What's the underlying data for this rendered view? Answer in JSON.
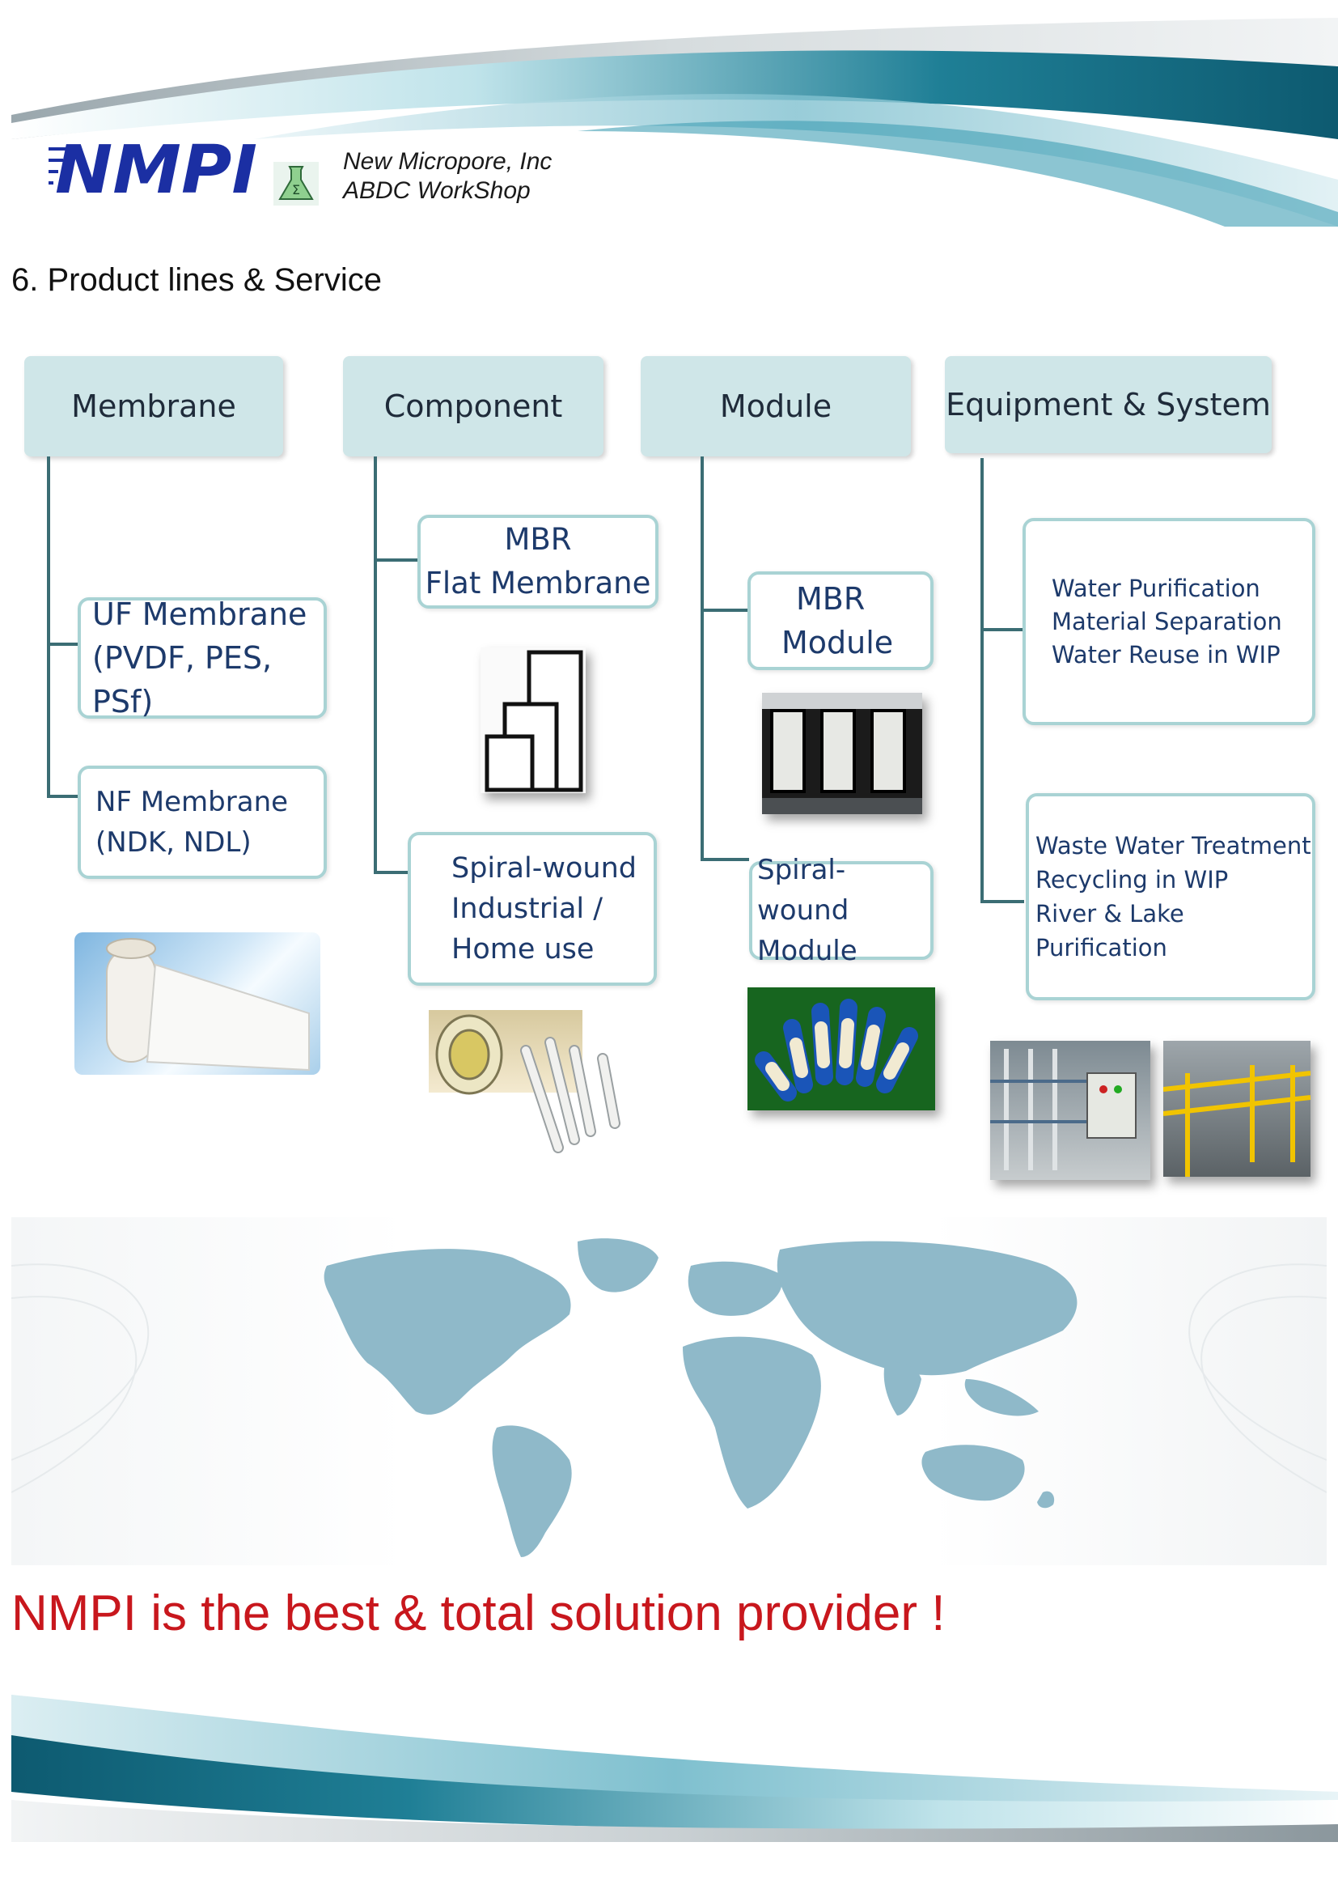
{
  "header": {
    "logo_text": "NMPI",
    "company_name": "New Micropore, Inc",
    "workshop": "ABDC WorkShop"
  },
  "section_title": "6. Product lines & Service",
  "categories": [
    {
      "label": "Membrane",
      "items": [
        {
          "lines": [
            "UF Membrane",
            "(PVDF, PES, PSf)"
          ]
        },
        {
          "lines": [
            "NF Membrane",
            "(NDK, NDL)"
          ]
        }
      ]
    },
    {
      "label": "Component",
      "items": [
        {
          "lines": [
            "MBR",
            "Flat Membrane"
          ]
        },
        {
          "lines": [
            "Spiral-wound",
            "Industrial /",
            "Home use"
          ]
        }
      ]
    },
    {
      "label": "Module",
      "items": [
        {
          "lines": [
            "MBR",
            "Module"
          ]
        },
        {
          "lines": [
            "Spiral-wound",
            "Module"
          ]
        }
      ]
    },
    {
      "label": "Equipment & System",
      "items": [
        {
          "lines": [
            "Water Purification",
            "Material Separation",
            "Water Reuse in WIP"
          ]
        },
        {
          "lines": [
            "Waste Water Treatment",
            "Recycling in WIP",
            "River & Lake Purification"
          ]
        }
      ]
    }
  ],
  "tagline": "NMPI is the best & total solution provider !",
  "colors": {
    "category_fill": "#cfe6e8",
    "box_border": "#a9d3d4",
    "connector": "#3b6d74",
    "box_text": "#1d3a6b",
    "tagline": "#c8171d",
    "map": "#8fb9c9"
  }
}
